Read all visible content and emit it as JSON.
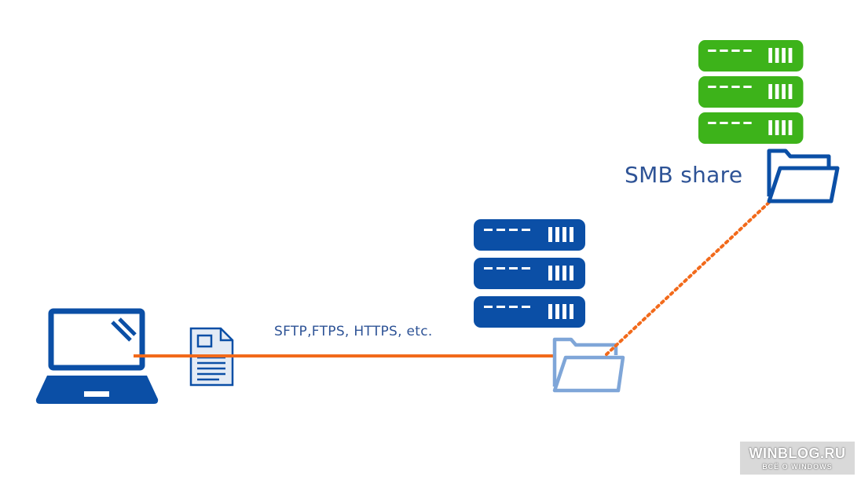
{
  "labels": {
    "protocols": "SFTP,FTPS, HTTPS, etc.",
    "smb_share": "SMB share"
  },
  "watermark": {
    "title": "WINBLOG.RU",
    "subtitle": "ВСЁ О WINDOWS"
  },
  "icons": {
    "client": "laptop-icon",
    "file": "document-icon",
    "gateway_server": "server-stack-icon",
    "gateway_folder": "folder-icon",
    "file_server": "server-stack-icon",
    "share_folder": "folder-icon"
  },
  "colors": {
    "primary_blue": "#0b4fa6",
    "light_blue": "#7fa6d8",
    "doc_fill": "#e4ebf5",
    "green": "#3db31a",
    "arrow": "#f26a1b",
    "label_text": "#2e5396"
  }
}
